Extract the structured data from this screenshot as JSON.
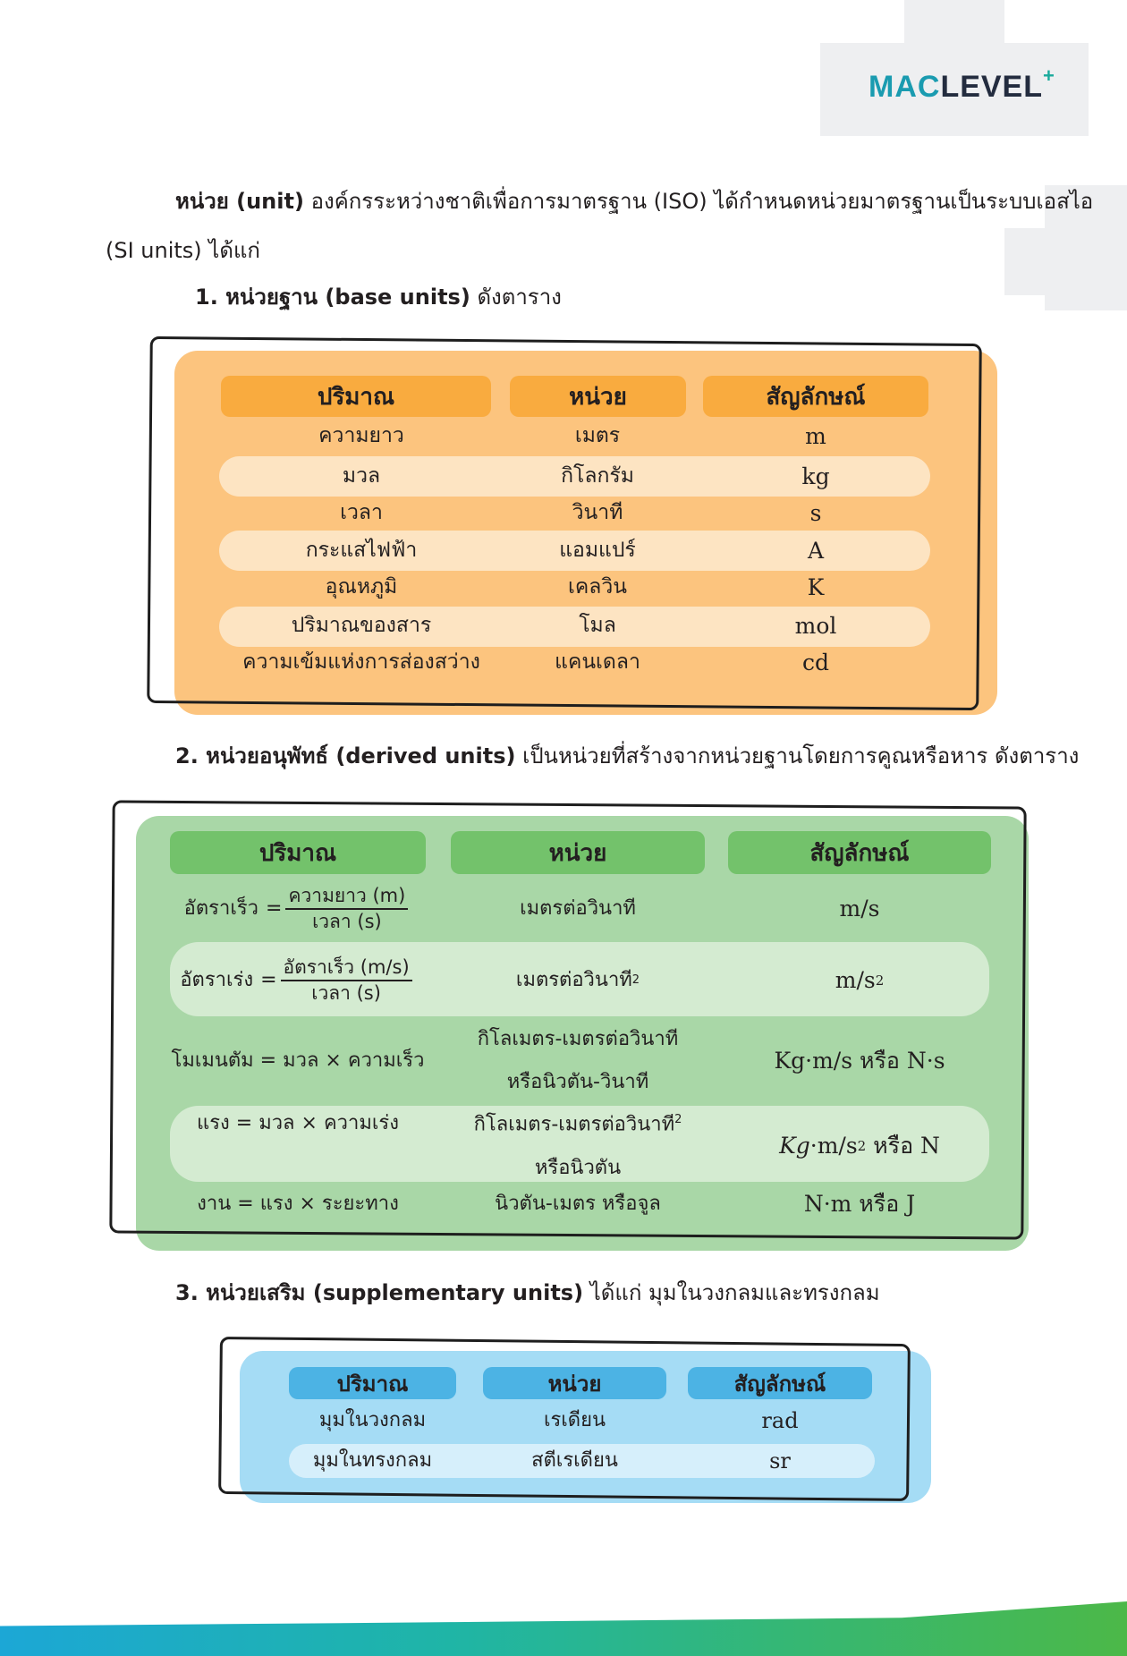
{
  "logo": {
    "mac": "MAC",
    "level": "LEVEL",
    "plus": "+"
  },
  "intro": {
    "bold": "หน่วย (unit)",
    "line1_rest": " องค์กรระหว่างชาติเพื่อการมาตรฐาน (ISO) ได้กำหนดหน่วยมาตรฐานเป็นระบบเอสไอ",
    "line2": "(SI units) ได้แก่"
  },
  "section1": {
    "bold": "1. หน่วยฐาน (base units)",
    "rest": " ดังตาราง"
  },
  "section2": {
    "bold": "2. หน่วยอนุพัทธ์ (derived units)",
    "rest": " เป็นหน่วยที่สร้างจากหน่วยฐานโดยการคูณหรือหาร ดังตาราง"
  },
  "section3": {
    "bold": "3. หน่วยเสริม (supplementary units)",
    "rest": " ได้แก่ มุมในวงกลมและทรงกลม"
  },
  "headers": {
    "quantity": "ปริมาณ",
    "unit": "หน่วย",
    "symbol": "สัญลักษณ์"
  },
  "base_units": [
    {
      "quantity": "ความยาว",
      "unit": "เมตร",
      "symbol": "m"
    },
    {
      "quantity": "มวล",
      "unit": "กิโลกรัม",
      "symbol": "kg"
    },
    {
      "quantity": "เวลา",
      "unit": "วินาที",
      "symbol": "s"
    },
    {
      "quantity": "กระแสไฟฟ้า",
      "unit": "แอมแปร์",
      "symbol": "A"
    },
    {
      "quantity": "อุณหภูมิ",
      "unit": "เคลวิน",
      "symbol": "K"
    },
    {
      "quantity": "ปริมาณของสาร",
      "unit": "โมล",
      "symbol": "mol"
    },
    {
      "quantity": "ความเข้มแห่งการส่องสว่าง",
      "unit": "แคนเดลา",
      "symbol": "cd"
    }
  ],
  "derived_units": {
    "velocity": {
      "name": "อัตราเร็ว",
      "eq": "=",
      "num": "ความยาว (m)",
      "den": "เวลา (s)",
      "unit": "เมตรต่อวินาที",
      "symbol": "m/s"
    },
    "acceleration": {
      "name": "อัตราเร่ง",
      "eq": "=",
      "num": "อัตราเร็ว (m/s)",
      "den": "เวลา (s)",
      "unit": "เมตรต่อวินาที",
      "unit_sup": "2",
      "symbol": "m/s",
      "symbol_sup": "2"
    },
    "momentum": {
      "quantity": "โมเมนตัม = มวล × ความเร็ว",
      "unit_line1": "กิโลเมตร-เมตรต่อวินาที",
      "unit_line2": "หรือนิวตัน-วินาที",
      "symbol": "Kg·m/s หรือ N·s"
    },
    "force": {
      "quantity": "แรง = มวล × ความเร่ง",
      "unit_line1": "กิโลเมตร-เมตรต่อวินาที",
      "unit_sup": "2",
      "unit_line2": "หรือนิวตัน",
      "symbol_a": "Kg",
      "symbol_b": "·m/s",
      "symbol_sup": "2",
      "symbol_c": " หรือ N"
    },
    "work": {
      "quantity": "งาน = แรง × ระยะทาง",
      "unit": "นิวตัน-เมตร หรือจูล",
      "symbol": "N·m หรือ J"
    }
  },
  "supplementary_units": [
    {
      "quantity": "มุมในวงกลม",
      "unit": "เรเดียน",
      "symbol": "rad"
    },
    {
      "quantity": "มุมในทรงกลม",
      "unit": "สตีเรเดียน",
      "symbol": "sr"
    }
  ],
  "colors": {
    "orange_fill": "#fcc47e",
    "orange_header": "#f9ab3f",
    "orange_band": "#fde4c2",
    "green_fill": "#a9d7a7",
    "green_header": "#73c26b",
    "green_band": "#d4ebd1",
    "blue_fill": "#a5dcf5",
    "blue_header": "#4cb3e4",
    "blue_band": "#d6effb"
  }
}
